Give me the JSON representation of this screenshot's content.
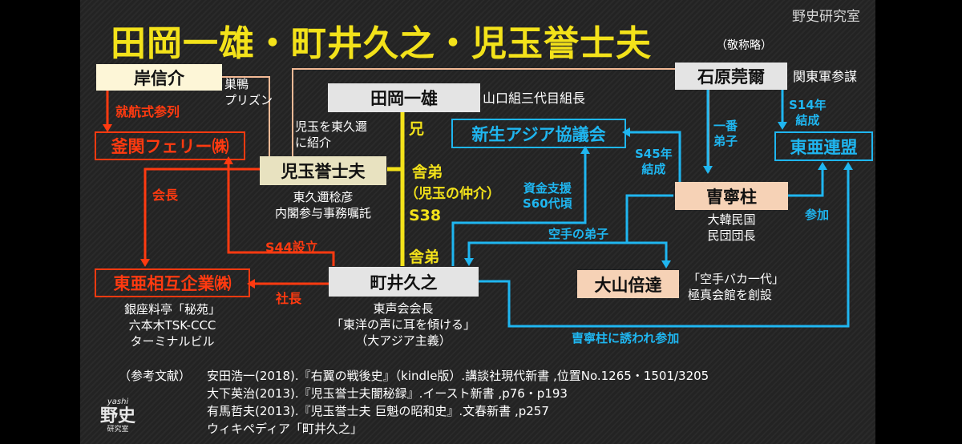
{
  "watermark": "野史研究室",
  "title": "田岡一雄・町井久之・児玉誉士夫",
  "title_note": "（敬称略）",
  "nodes": {
    "kishi": "岸信介",
    "taoka": "田岡一雄",
    "kodama": "児玉誉士夫",
    "machii": "町井久之",
    "ishihara": "石原莞爾",
    "sou": "曺寧柱",
    "oyama": "大山倍達",
    "ferry": "釜関フェリー㈱",
    "toa_kigyo": "東亜相互企業㈱",
    "shinsei": "新生アジア協議会",
    "toa_renmei": "東亜連盟"
  },
  "notes": {
    "sugamo": [
      "巣鴨",
      "プリズン"
    ],
    "taoka_role": "山口組三代目組長",
    "kodama_intro": [
      "児玉を東久邇",
      "に紹介"
    ],
    "kodama_role": [
      "東久邇稔彦",
      "内閣参与事務嘱託"
    ],
    "ishihara_role": "関東軍参謀",
    "sou_role": [
      "大韓民国",
      "民団団長"
    ],
    "oyama_role": [
      "「空手バカ一代」",
      "極真会館を創設"
    ],
    "machii_role": [
      "東声会会長",
      "「東洋の声に耳を傾ける」",
      "（大アジア主義）"
    ],
    "toa_kigyo_role": [
      "銀座料亭「秘苑」",
      "六本木TSK-CCC",
      "ターミナルビル"
    ]
  },
  "labels": {
    "shukoshiki": "就航式参列",
    "kaicho": "会長",
    "s44": "S44設立",
    "shacho": "社長",
    "ani": "兄",
    "shatei1": "舎弟",
    "chukai": "（児玉の仲介）",
    "s38": "S38",
    "shatei2": "舎弟",
    "shikin": [
      "資金支援",
      "S60代頃"
    ],
    "s45": [
      "S45年",
      "結成"
    ],
    "ichiban": [
      "一番",
      "弟子"
    ],
    "s14": [
      "S14年",
      "結成"
    ],
    "sanka": "参加",
    "karate": "空手の弟子",
    "sasoware": "曺寧柱に誘われ参加"
  },
  "references": {
    "heading": "（参考文献）",
    "items": [
      "安田浩一(2018).『右翼の戦後史』（kindle版）.講談社現代新書 ,位置No.1265・1501/3205",
      "大下英治(2013).『児玉誉士夫闇秘録』.イースト新書 ,p76・p193",
      "有馬哲夫(2013).『児玉誉士夫 巨魁の昭和史』.文春新書 ,p257",
      "ウィキペディア「町井久之」"
    ]
  },
  "logo": {
    "top": "yashi",
    "main": "野史",
    "sub": "研究室"
  },
  "colors": {
    "yellow": "#f3e21a",
    "red": "#ff3a10",
    "blue": "#1fb6f0",
    "peach_line": "#f2b995"
  }
}
